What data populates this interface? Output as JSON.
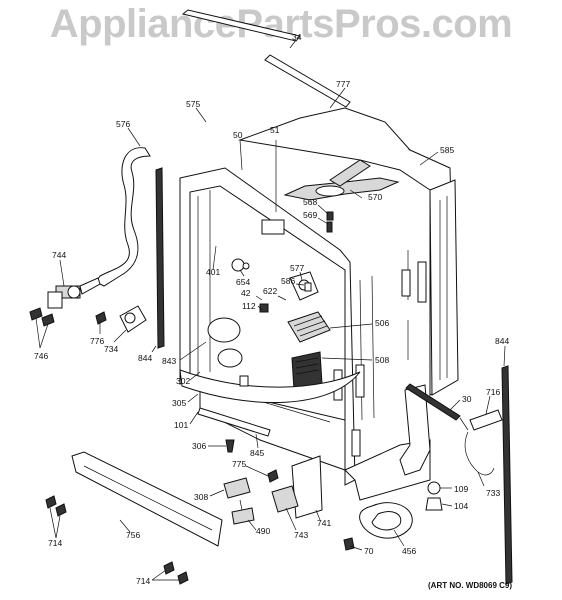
{
  "watermark": "AppliancePartsPros.com",
  "art_number": "(ART NO. WD8069 C9)",
  "callouts": [
    {
      "id": "c777",
      "text": "777"
    },
    {
      "id": "c575",
      "text": "575"
    },
    {
      "id": "c576",
      "text": "576"
    },
    {
      "id": "c50",
      "text": "50"
    },
    {
      "id": "c51",
      "text": "51"
    },
    {
      "id": "c585",
      "text": "585"
    },
    {
      "id": "c570",
      "text": "570"
    },
    {
      "id": "c568",
      "text": "568"
    },
    {
      "id": "c569",
      "text": "569"
    },
    {
      "id": "c401",
      "text": "401"
    },
    {
      "id": "c654",
      "text": "654"
    },
    {
      "id": "c577",
      "text": "577"
    },
    {
      "id": "c586",
      "text": "586"
    },
    {
      "id": "c622",
      "text": "622"
    },
    {
      "id": "c42",
      "text": "42"
    },
    {
      "id": "c112",
      "text": "112"
    },
    {
      "id": "c744",
      "text": "744"
    },
    {
      "id": "c506",
      "text": "506"
    },
    {
      "id": "c844a",
      "text": "844"
    },
    {
      "id": "c844b",
      "text": "844"
    },
    {
      "id": "c843",
      "text": "843"
    },
    {
      "id": "c508",
      "text": "508"
    },
    {
      "id": "c746",
      "text": "746"
    },
    {
      "id": "c776",
      "text": "776"
    },
    {
      "id": "c734",
      "text": "734"
    },
    {
      "id": "c302",
      "text": "302"
    },
    {
      "id": "c716",
      "text": "716"
    },
    {
      "id": "c305",
      "text": "305"
    },
    {
      "id": "c30",
      "text": "30"
    },
    {
      "id": "c101",
      "text": "101"
    },
    {
      "id": "c306",
      "text": "306"
    },
    {
      "id": "c845",
      "text": "845"
    },
    {
      "id": "c775",
      "text": "775"
    },
    {
      "id": "c109",
      "text": "109"
    },
    {
      "id": "c733",
      "text": "733"
    },
    {
      "id": "c308",
      "text": "308"
    },
    {
      "id": "c104",
      "text": "104"
    },
    {
      "id": "c490",
      "text": "490"
    },
    {
      "id": "c741",
      "text": "741"
    },
    {
      "id": "c743",
      "text": "743"
    },
    {
      "id": "c756",
      "text": "756"
    },
    {
      "id": "c714a",
      "text": "714"
    },
    {
      "id": "c714b",
      "text": "714"
    },
    {
      "id": "c70",
      "text": "70"
    },
    {
      "id": "c456",
      "text": "456"
    },
    {
      "id": "c34",
      "text": "34"
    }
  ]
}
